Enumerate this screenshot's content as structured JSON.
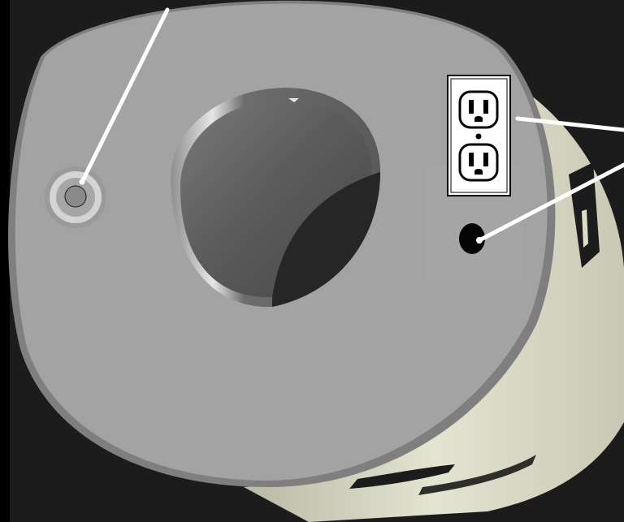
{
  "scene": {
    "colors": {
      "background": "#1c1c1c",
      "top_face": "#a3a3a3",
      "side_wall": "#dcdcc9",
      "bore_shadow": "#262626",
      "leader_line": "#ffffff",
      "outlet_plate": "#ffffff",
      "outlet_outline": "#000000",
      "grommet_ring": "#d4d4d4",
      "grommet_center": "#8a8a8a",
      "cable_hole": "#050505"
    },
    "components": {
      "cylinder_housing": "cylinder-housing",
      "center_bore": "center-bore",
      "duplex_outlet": "duplex-outlet-icon",
      "cable_grommet": "cable-grommet",
      "cable_hole": "cable-entry-hole"
    },
    "leader_lines": 3
  }
}
